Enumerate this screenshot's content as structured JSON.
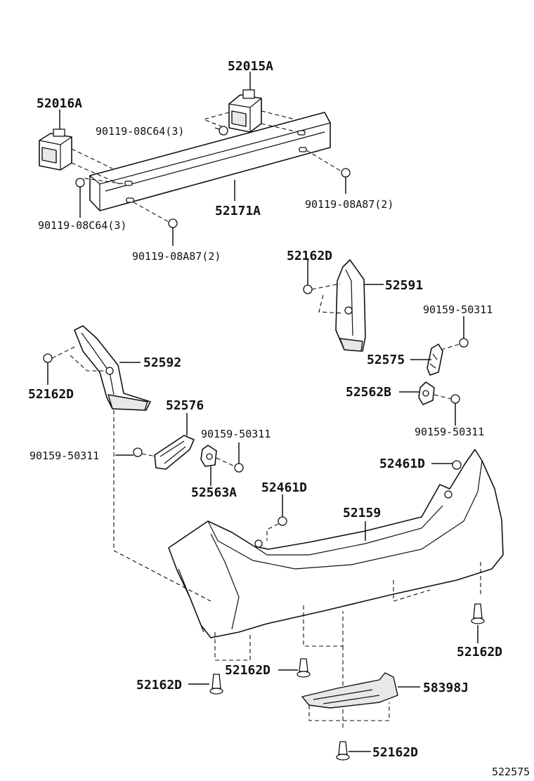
{
  "labels": {
    "l52015A": "52015A",
    "l52016A": "52016A",
    "l90119_08C64_a": "90119-08C64(3)",
    "l90119_08C64_b": "90119-08C64(3)",
    "l90119_08A87_a": "90119-08A87(2)",
    "l90119_08A87_b": "90119-08A87(2)",
    "l52171A": "52171A",
    "l52162D_a": "52162D",
    "l52591": "52591",
    "l90159_50311_a": "90159-50311",
    "l52575": "52575",
    "l52592": "52592",
    "l52162D_b": "52162D",
    "l52562B": "52562B",
    "l90159_50311_b": "90159-50311",
    "l52576": "52576",
    "l90159_50311_c": "90159-50311",
    "l90159_50311_d": "90159-50311",
    "l52563A": "52563A",
    "l52461D_a": "52461D",
    "l52461D_b": "52461D",
    "l52159": "52159",
    "l52162D_c": "52162D",
    "l52162D_d": "52162D",
    "l52162D_e": "52162D",
    "l58398J": "58398J",
    "l52162D_f": "52162D"
  },
  "diagram_code": "522575"
}
